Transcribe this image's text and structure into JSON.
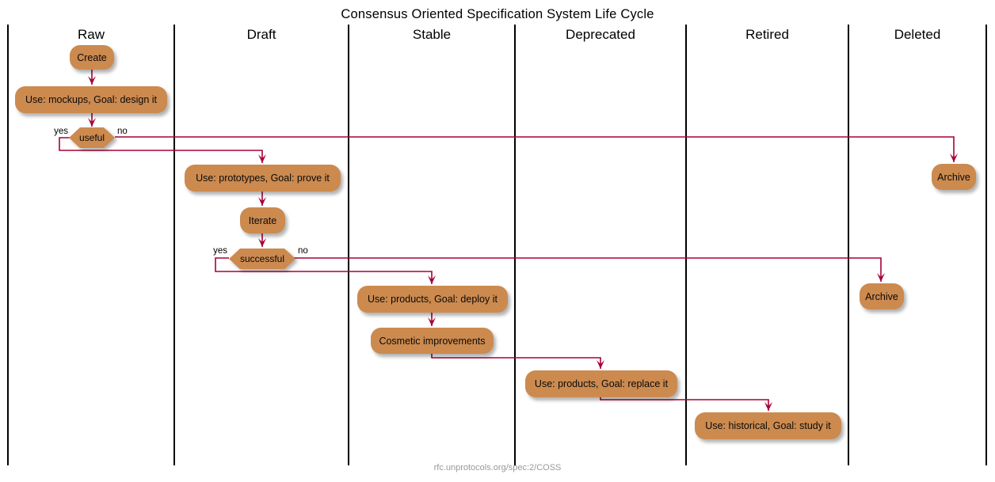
{
  "diagram": {
    "title": "Consensus Oriented Specification System Life Cycle",
    "footer": "rfc.unprotocols.org/spec:2/COSS",
    "lanes": [
      {
        "label": "Raw"
      },
      {
        "label": "Draft"
      },
      {
        "label": "Stable"
      },
      {
        "label": "Deprecated"
      },
      {
        "label": "Retired"
      },
      {
        "label": "Deleted"
      }
    ],
    "nodes": {
      "create": {
        "label": "Create",
        "lane": "Raw"
      },
      "mockups": {
        "label": "Use: mockups, Goal: design it",
        "lane": "Raw"
      },
      "prototypes": {
        "label": "Use: prototypes, Goal: prove it",
        "lane": "Draft"
      },
      "iterate": {
        "label": "Iterate",
        "lane": "Draft"
      },
      "deploy": {
        "label": "Use: products, Goal: deploy it",
        "lane": "Stable"
      },
      "cosmetic": {
        "label": "Cosmetic improvements",
        "lane": "Stable"
      },
      "replace": {
        "label": "Use: products, Goal: replace it",
        "lane": "Deprecated"
      },
      "historical": {
        "label": "Use: historical, Goal: study it",
        "lane": "Retired"
      },
      "archive_top": {
        "label": "Archive",
        "lane": "Deleted"
      },
      "archive_low": {
        "label": "Archive",
        "lane": "Deleted"
      }
    },
    "decisions": {
      "useful": {
        "label": "useful",
        "yes": "yes",
        "no": "no"
      },
      "successful": {
        "label": "successful",
        "yes": "yes",
        "no": "no"
      }
    },
    "edges": [
      {
        "from": "create",
        "to": "mockups"
      },
      {
        "from": "mockups",
        "to": "useful"
      },
      {
        "from": "useful",
        "branch": "yes",
        "to": "prototypes"
      },
      {
        "from": "useful",
        "branch": "no",
        "to": "archive_top"
      },
      {
        "from": "prototypes",
        "to": "iterate"
      },
      {
        "from": "iterate",
        "to": "successful"
      },
      {
        "from": "successful",
        "branch": "yes",
        "to": "deploy"
      },
      {
        "from": "successful",
        "branch": "no",
        "to": "archive_low"
      },
      {
        "from": "deploy",
        "to": "cosmetic"
      },
      {
        "from": "cosmetic",
        "to": "replace"
      },
      {
        "from": "replace",
        "to": "historical"
      }
    ],
    "colors": {
      "node_fill": "#CC8A4F",
      "edge": "#A80036",
      "lane_line": "#000000",
      "footer_text": "#999999"
    }
  }
}
